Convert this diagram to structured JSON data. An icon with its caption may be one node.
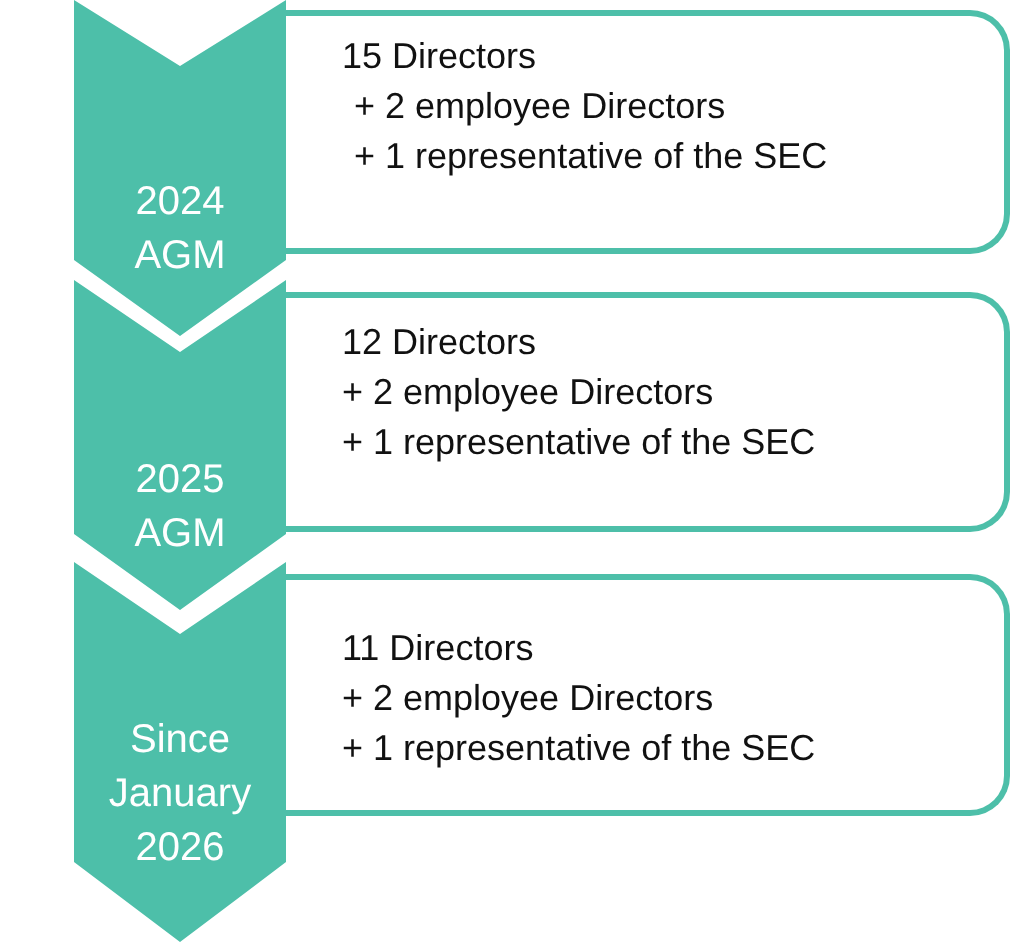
{
  "diagram": {
    "nodes": [
      {
        "text": [
          "2024 AGM"
        ]
      },
      {
        "text": [
          "15 Directors",
          "+ 2 employee Directors",
          "+ 1 representative of the SEC"
        ]
      },
      {
        "text": [
          "2025 AGM"
        ]
      },
      {
        "text": [
          "12 Directors",
          "+ 2 employee Directors",
          "+ 1 representative of the SEC"
        ]
      },
      {
        "text": [
          "Since January 2026"
        ]
      },
      {
        "text": [
          "11 Directors",
          "+ 2 employee Directors",
          "+ 1 representative of the SEC"
        ]
      }
    ]
  }
}
